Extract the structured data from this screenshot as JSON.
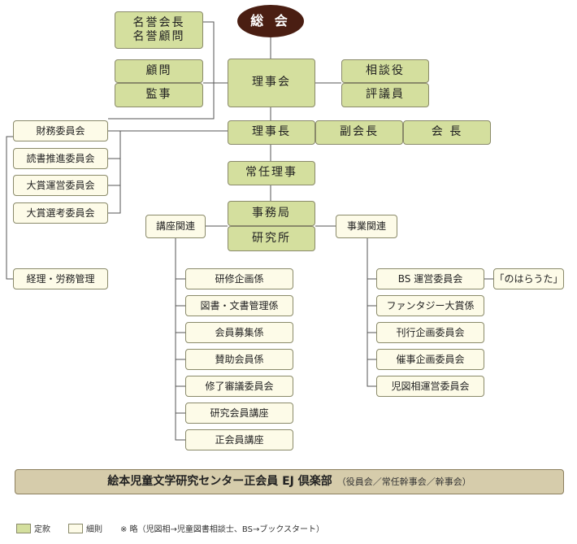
{
  "nodes": {
    "general_meeting": "総 会",
    "honorary": [
      "名誉会長",
      "名誉顧問"
    ],
    "advisor": "顧問",
    "auditor": "監事",
    "board": "理事会",
    "consultant": "相談役",
    "councilor": "評議員",
    "chair_director": "理事長",
    "vice_president": "副会長",
    "president": "会 長",
    "standing_director": "常任理事",
    "secretariat": "事務局",
    "research_institute": "研究所",
    "finance_committee": "財務委員会",
    "reading_committee": "読書推進委員会",
    "award_operation_committee": "大賞運営委員会",
    "award_selection_committee": "大賞選考委員会",
    "accounting_labor": "経理・労務管理",
    "course_related": "講座関連",
    "business_related": "事業関連",
    "course_items": [
      "研修企画係",
      "図書・文書管理係",
      "会員募集係",
      "賛助会員係",
      "修了審議委員会",
      "研究会員講座",
      "正会員講座"
    ],
    "business_items": [
      "BS 運営委員会",
      "ファンタジー大賞係",
      "刊行企画委員会",
      "催事企画委員会",
      "児図相運営委員会"
    ],
    "nohara_uta": "「のはらうた」"
  },
  "club": {
    "name": "絵本児童文学研究センター正会員 EJ 倶楽部",
    "note": "（役員会／常任幹事会／幹事会）"
  },
  "legend": {
    "regular": "定款",
    "detailed": "細則",
    "abbrev_note": "※ 略（児図相→児童図書相談士、BS→ブックスタート）"
  },
  "colors": {
    "regular_fill": "#d4df9e",
    "detailed_fill": "#fdfbe8",
    "root_fill": "#4a1e12",
    "club_fill": "#d6ccab",
    "line": "#555555"
  }
}
